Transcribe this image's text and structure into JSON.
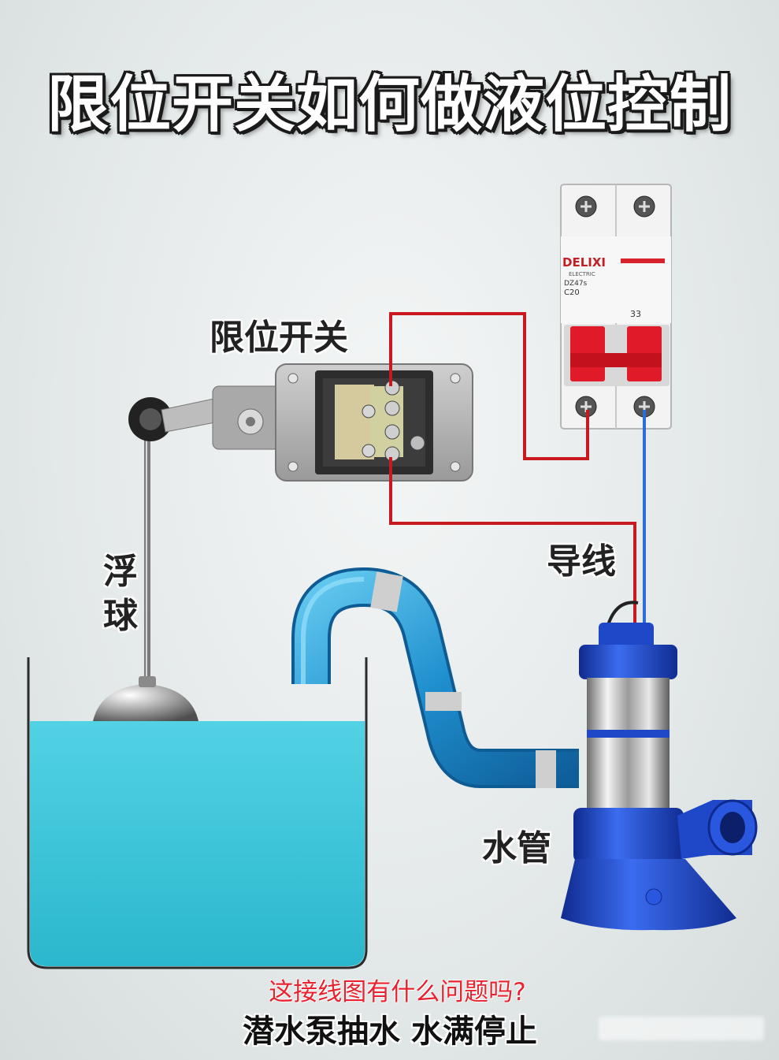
{
  "title": "限位开关如何做液位控制",
  "labels": {
    "limit_switch": "限位开关",
    "float_ball": "浮球",
    "wire": "导线",
    "water_pipe": "水管"
  },
  "breaker": {
    "brand": "DELIXI",
    "sub": "ELECTRIC",
    "model": "DZ47s",
    "rating": "C20",
    "pole": "33"
  },
  "question": "这接线图有什么问题吗?",
  "caption": "潜水泵抽水 水满停止",
  "colors": {
    "water": "#3ec6d8",
    "pipe": "#2a9fd8",
    "pump": "#1f48c9",
    "wire_live": "#c8191f",
    "wire_neutral": "#2a6fd6",
    "breaker_handle": "#e01a28"
  }
}
